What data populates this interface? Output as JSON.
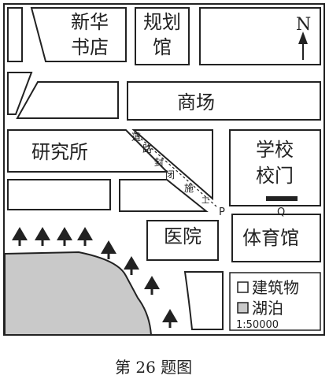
{
  "map": {
    "buildings": {
      "bookstore": [
        "新华",
        "书店"
      ],
      "planning_hall": [
        "规划",
        "馆"
      ],
      "mall": "商场",
      "institute": "研究所",
      "school_gate": [
        "学校",
        "校门"
      ],
      "hospital": "医院",
      "stadium": "体育馆"
    },
    "closed_road_chars": [
      "道",
      "路",
      "封",
      "闭",
      "施",
      "工"
    ],
    "points": {
      "p": "P",
      "q": "Q"
    },
    "north_label": "N",
    "legend": {
      "building": "建筑物",
      "lake": "湖泊",
      "scale": "1:50000"
    },
    "colors": {
      "lake": "#c9c9c9",
      "ink": "#222222",
      "gate": "#222222"
    },
    "icons": [
      "north-arrow-icon",
      "tree-icon"
    ]
  },
  "caption": "第 26 题图"
}
